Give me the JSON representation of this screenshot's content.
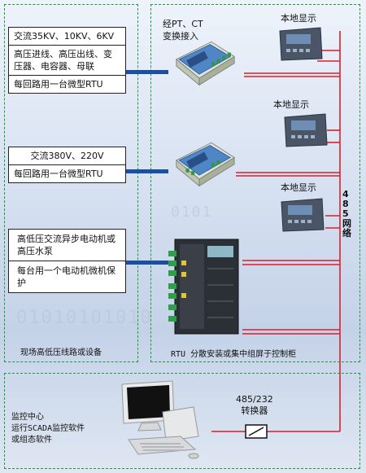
{
  "left_group": {
    "caption": "现场高低压线路或设备",
    "box1": {
      "rows": [
        "交流35KV、10KV、6KV",
        "高压进线、高压出线、变压器、电容器、母联",
        "每回路用一台微型RTU"
      ]
    },
    "box2": {
      "rows": [
        "交流380V、220V",
        "每回路用一台微型RTU"
      ]
    },
    "box3": {
      "rows": [
        "高低压交流异步电动机或高压水泵",
        "每台用一个电动机微机保护"
      ]
    }
  },
  "middle_group": {
    "caption": "RTU 分散安装或集中组屏于控制柜",
    "top_label": "经PT、CT\n变换接入",
    "display_labels": [
      "本地显示",
      "本地显示",
      "本地显示"
    ],
    "network_label": "485网络"
  },
  "bottom_group": {
    "monitor_label_lines": [
      "监控中心",
      "运行SCADA监控软件",
      "或组态软件"
    ],
    "converter_label_lines": [
      "485/232",
      "转换器"
    ]
  },
  "colors": {
    "dash": "#1f9a3a",
    "network": "#d8202a",
    "link": "#1c4fa0"
  }
}
